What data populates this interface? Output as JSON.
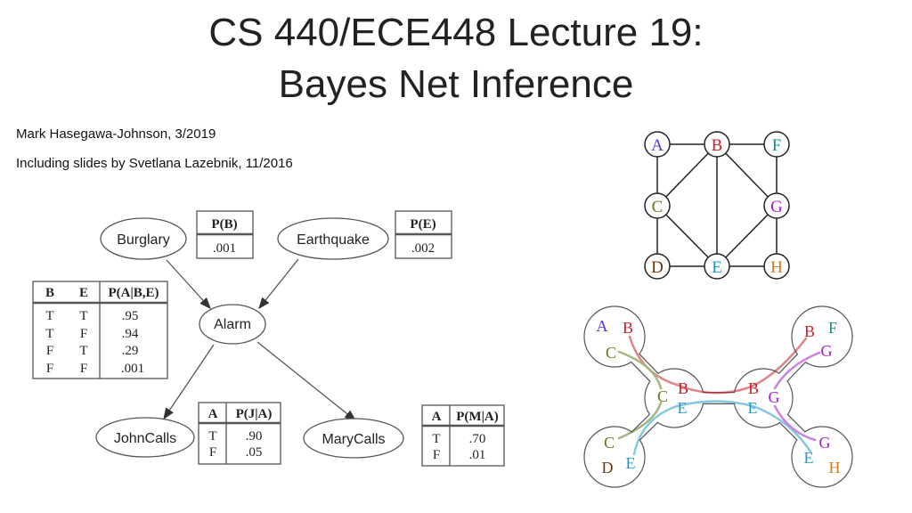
{
  "title": {
    "line1": "CS 440/ECE448 Lecture 19:",
    "line2": "Bayes Net Inference"
  },
  "subtitle": {
    "author": "Mark Hasegawa-Johnson, 3/2019",
    "credit": "Including slides by Svetlana Lazebnik, 11/2016"
  },
  "bayes_net": {
    "nodes": {
      "burglary": "Burglary",
      "earthquake": "Earthquake",
      "alarm": "Alarm",
      "john": "JohnCalls",
      "mary": "MaryCalls"
    },
    "pb": {
      "header": "P(B)",
      "value": ".001"
    },
    "pe": {
      "header": "P(E)",
      "value": ".002"
    },
    "pa": {
      "headers": [
        "B",
        "E",
        "P(A|B,E)"
      ],
      "rows": [
        [
          "T",
          "T",
          ".95"
        ],
        [
          "T",
          "F",
          ".94"
        ],
        [
          "F",
          "T",
          ".29"
        ],
        [
          "F",
          "F",
          ".001"
        ]
      ]
    },
    "pj": {
      "headers": [
        "A",
        "P(J|A)"
      ],
      "rows": [
        [
          "T",
          ".90"
        ],
        [
          "F",
          ".05"
        ]
      ]
    },
    "pm": {
      "headers": [
        "A",
        "P(M|A)"
      ],
      "rows": [
        [
          "T",
          ".70"
        ],
        [
          "F",
          ".01"
        ]
      ]
    }
  },
  "graph": {
    "nodes": [
      "A",
      "B",
      "F",
      "C",
      "G",
      "D",
      "E",
      "H"
    ]
  },
  "colors": {
    "A": "#5a32d6",
    "B": "#c8202a",
    "C": "#5a7a1a",
    "D": "#6b3a10",
    "E": "#1e9ac8",
    "F": "#1a8a80",
    "G": "#a21ccc",
    "H": "#d77a1a"
  },
  "tree": {
    "tl": [
      "A",
      "B",
      "C"
    ],
    "cl": [
      "B",
      "C",
      "E"
    ],
    "cr": [
      "B",
      "E",
      "G"
    ],
    "tr": [
      "B",
      "F",
      "G"
    ],
    "bl": [
      "C",
      "D",
      "E"
    ],
    "br": [
      "G",
      "E",
      "H"
    ]
  }
}
